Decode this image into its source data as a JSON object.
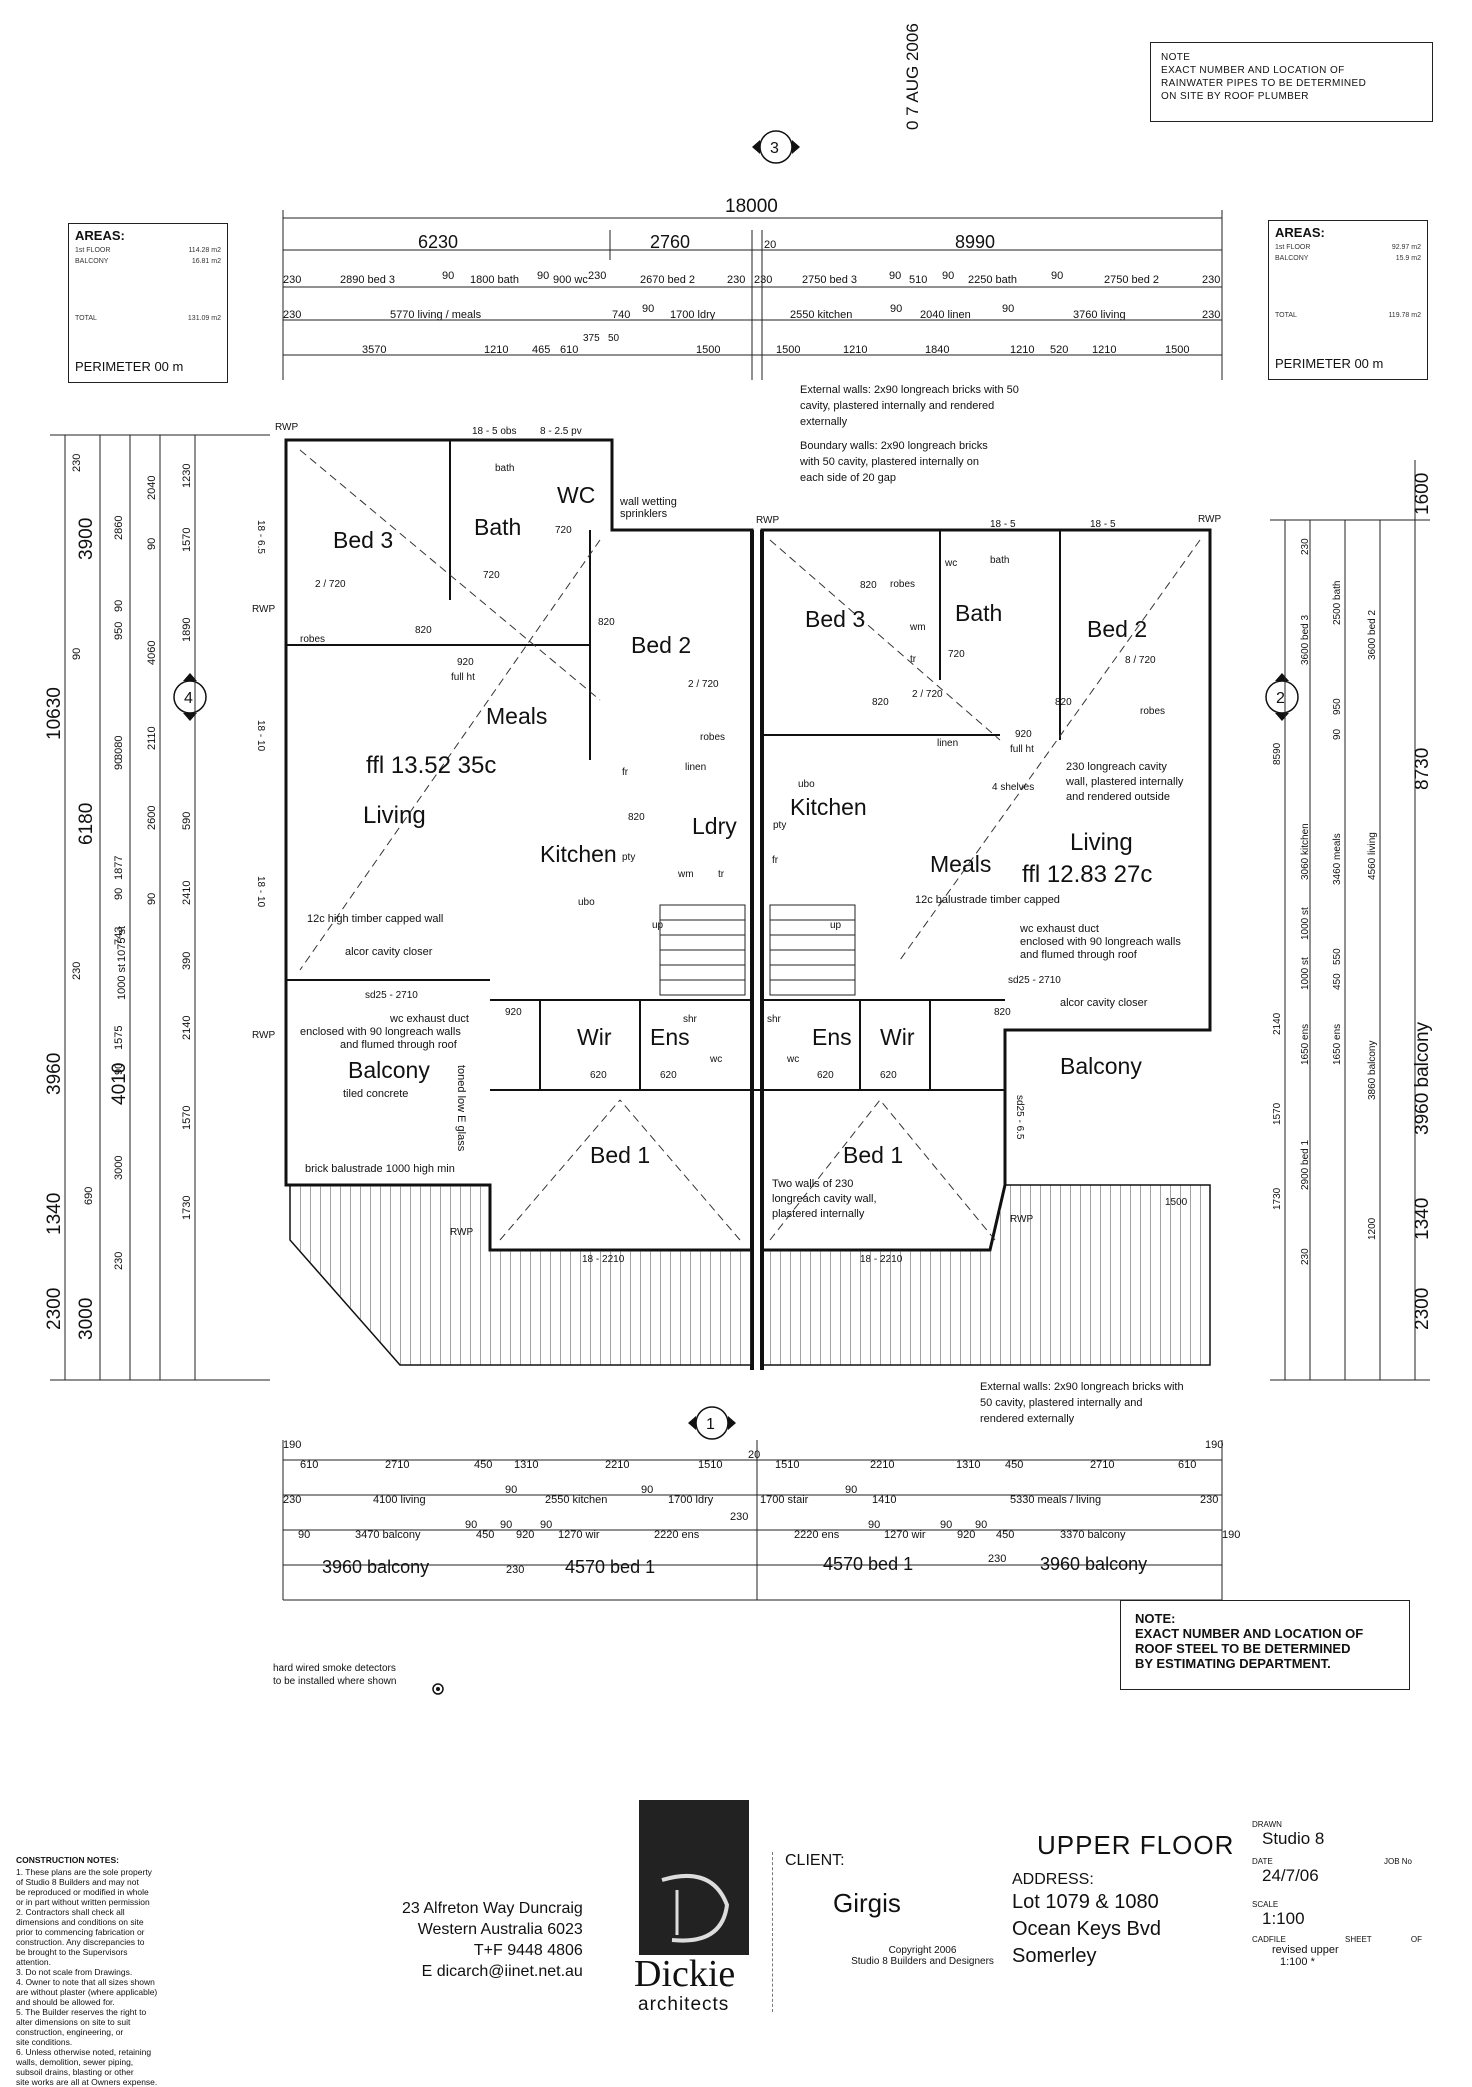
{
  "notes": {
    "top_note": [
      "NOTE",
      "EXACT NUMBER AND LOCATION OF",
      "RAINWATER PIPES TO BE DETERMINED",
      "ON SITE BY ROOF PLUMBER"
    ],
    "bottom_note": [
      "NOTE:",
      "EXACT NUMBER AND LOCATION OF",
      "ROOF STEEL TO BE DETERMINED",
      "BY ESTIMATING DEPARTMENT."
    ],
    "stamp": "0 7 AUG 2006",
    "smoke": [
      "hard wired smoke detectors",
      "to be installed where shown"
    ]
  },
  "areas_left": {
    "title": "AREAS:",
    "rows": [
      [
        "1st FLOOR",
        "114.28 m2"
      ],
      [
        "BALCONY",
        "16.81 m2"
      ],
      [
        "TOTAL",
        "131.09 m2"
      ]
    ],
    "perimeter": "PERIMETER  00 m"
  },
  "areas_right": {
    "title": "AREAS:",
    "rows": [
      [
        "1st FLOOR",
        "92.97 m2"
      ],
      [
        "BALCONY",
        "15.9 m2"
      ],
      [
        "TOTAL",
        "119.78 m2"
      ]
    ],
    "perimeter": "PERIMETER  00 m"
  },
  "grid_markers": {
    "top": "3",
    "bottom": "1",
    "left": "4",
    "right": "2"
  },
  "dims_top": {
    "overall": "18000",
    "row1": [
      "6230",
      "2760",
      "20",
      "8990"
    ],
    "row2": [
      "230",
      "2890 bed 3",
      "90",
      "1800 bath",
      "90",
      "900 wc",
      "230",
      "2670 bed 2",
      "230",
      "230",
      "2750 bed 3",
      "90",
      "510",
      "90",
      "2250 bath",
      "90",
      "2750 bed 2",
      "230"
    ],
    "row3": [
      "230",
      "5770 living / meals",
      "740",
      "90",
      "1700 ldry",
      "2550 kitchen",
      "90",
      "2040 linen",
      "90",
      "3760 living",
      "230"
    ],
    "row4": [
      "3570",
      "1210",
      "465",
      "610",
      "375",
      "50",
      "1500",
      "1500",
      "1210",
      "1840",
      "1210",
      "520",
      "1210",
      "1500"
    ]
  },
  "dims_bottom": {
    "row1": [
      "190",
      "610",
      "2710",
      "450",
      "1310",
      "2210",
      "1510",
      "20",
      "1510",
      "2210",
      "1310",
      "450",
      "2710",
      "610",
      "190"
    ],
    "row2": [
      "230",
      "4100 living",
      "90",
      "2550 kitchen",
      "90",
      "1700 ldry",
      "230",
      "1700 stair",
      "90",
      "1410",
      "5330 meals / living",
      "230"
    ],
    "row3": [
      "90",
      "3470 balcony",
      "90",
      "450",
      "90",
      "920",
      "90",
      "1270 wir",
      "2220 ens",
      "2220 ens",
      "90",
      "1270 wir",
      "90",
      "920",
      "90",
      "450",
      "3370 balcony",
      "190"
    ],
    "row4": [
      "3960 balcony",
      "230",
      "4570 bed 1",
      "4570 bed 1",
      "230",
      "3960 balcony"
    ]
  },
  "dims_left": {
    "outer": [
      "10630",
      "2300"
    ],
    "mid": [
      "3900",
      "6180",
      "3960",
      "1340",
      "3000"
    ],
    "inner": [
      "230",
      "2860",
      "90",
      "950",
      "90",
      "3080",
      "90",
      "1877",
      "90",
      "743",
      "230",
      "1575",
      "90",
      "3000",
      "690",
      "230"
    ],
    "inner2": [
      "2040",
      "90",
      "4060",
      "2110",
      "2600",
      "90",
      "1075 st",
      "1000 st",
      "4010"
    ],
    "inner3": [
      "1230",
      "1570",
      "1890",
      "590",
      "2410",
      "390",
      "2140",
      "1570",
      "1730"
    ]
  },
  "dims_right": {
    "outer": [
      "1600",
      "8730",
      "3960 balcony",
      "1340",
      "2300"
    ],
    "mid": [
      "3600 bed 3",
      "2500 bath",
      "3600 bed 2",
      "3060 kitchen",
      "3460 meals",
      "4560 living",
      "1650 ens",
      "1650 ens",
      "3860 balcony",
      "2900 bed 1",
      "1200"
    ],
    "inner": [
      "230",
      "950",
      "90",
      "8590",
      "1000 st",
      "1000 st",
      "550",
      "450",
      "2140",
      "1570",
      "1730",
      "230",
      "1500"
    ]
  },
  "rooms": [
    "Bed 3",
    "Bath",
    "WC",
    "Bed 2",
    "Meals",
    "ffl 13.52 35c",
    "Living",
    "Kitchen",
    "Ldry",
    "Balcony",
    "Wir",
    "Ens",
    "Bed 1",
    "Bed 3",
    "Bath",
    "Bed 2",
    "Kitchen",
    "Meals",
    "Living",
    "ffl 12.83 27c",
    "Balcony",
    "Ens",
    "Wir",
    "Bed 1"
  ],
  "labels_left_unit": [
    "robes",
    "820",
    "720",
    "2 / 720",
    "bath",
    "robes",
    "linen",
    "fr",
    "pty",
    "ubo",
    "wm",
    "tr",
    "720",
    "820",
    "920",
    "full ht",
    "2 / 720",
    "620",
    "620",
    "wc",
    "shr",
    "820",
    "920",
    "sd25 - 2710",
    "RWP",
    "RWP",
    "RWP",
    "RWP",
    "18 - 5 obs",
    "8 - 2.5 pv",
    "18 - 6.5",
    "18 - 10",
    "18 - 10",
    "18 - 2210",
    "up"
  ],
  "labels_right_unit": [
    "820",
    "robes",
    "wc",
    "bath",
    "wm",
    "tr",
    "720",
    "2 / 720",
    "820",
    "linen",
    "820",
    "920",
    "full ht",
    "robes",
    "8 / 720",
    "ubo",
    "pty",
    "fr",
    "4 shelves",
    "620",
    "620",
    "wc",
    "shr",
    "820",
    "sd25 - 2710",
    "sd25 - 6.5",
    "RWP",
    "RWP",
    "RWP",
    "18 - 5",
    "18 - 5",
    "18 - 2210",
    "up"
  ],
  "annotations": [
    "External walls: 2x90 longreach bricks with 50",
    "cavity, plastered internally and rendered",
    "externally",
    "Boundary walls: 2x90 longreach bricks",
    "with 50 cavity, plastered internally on",
    "each side of 20 gap",
    "wall wetting",
    "sprinklers",
    "12c high timber capped wall",
    "alcor cavity closer",
    "wc exhaust duct",
    "enclosed with 90 longreach walls",
    "and flumed through roof",
    "tiled concrete",
    "brick balustrade 1000 high min",
    "toned low E glass",
    "230 longreach cavity",
    "wall, plastered internally",
    "and rendered outside",
    "12c balustrade timber capped",
    "wc exhaust duct",
    "enclosed with 90 longreach walls",
    "and flumed through roof",
    "alcor cavity closer",
    "Two walls of 230",
    "longreach cavity wall,",
    "plastered internally",
    "External walls: 2x90 longreach bricks with",
    "50 cavity, plastered internally and",
    "rendered externally"
  ],
  "title_block": {
    "notes_title": "CONSTRUCTION NOTES:",
    "notes_col1": [
      "1. These plans are the sole property",
      "of Studio 8 Builders and may not",
      "be reproduced or modified in whole",
      "or in part without written permission",
      "2. Contractors shall check all",
      "dimensions and conditions on site",
      "prior to commencing fabrication or",
      "construction. Any discrepancies to",
      "be brought to the Supervisors",
      "attention.",
      "3. Do not scale from Drawings."
    ],
    "notes_col2": [
      "4. Owner to note that all sizes shown",
      "are without plaster (where applicable)",
      "and should be allowed for.",
      "5. The Builder reserves the right to",
      "alter dimensions on site to suit",
      "construction, engineering, or",
      "site conditions.",
      "6. Unless otherwise noted, retaining",
      "walls, demolition, sewer piping,",
      "subsoil drains, blasting or other",
      "site works are all at Owners expense."
    ],
    "firm_address": [
      "23 Alfreton Way Duncraig",
      "Western Australia 6023",
      "T+F 9448 4806",
      "E dicarch@iinet.net.au"
    ],
    "logo_name": "Dickie",
    "logo_sub": "architects",
    "client_label": "CLIENT:",
    "client_name": "Girgis",
    "copyright": [
      "Copyright 2006",
      "Studio 8 Builders and Designers"
    ],
    "sheet_title": "UPPER FLOOR",
    "address_label": "ADDRESS:",
    "address": [
      "Lot 1079 & 1080",
      "Ocean Keys Bvd",
      "Somerley"
    ],
    "drawn_label": "DRAWN",
    "drawn": "Studio 8",
    "date_label": "DATE",
    "date": "24/7/06",
    "job_label": "JOB No",
    "scale_label": "SCALE",
    "scale": "1:100",
    "cadfile_label": "CADFILE",
    "cadfile": [
      "revised upper",
      "1:100 *"
    ],
    "sheet_label": "SHEET",
    "of_label": "OF"
  }
}
